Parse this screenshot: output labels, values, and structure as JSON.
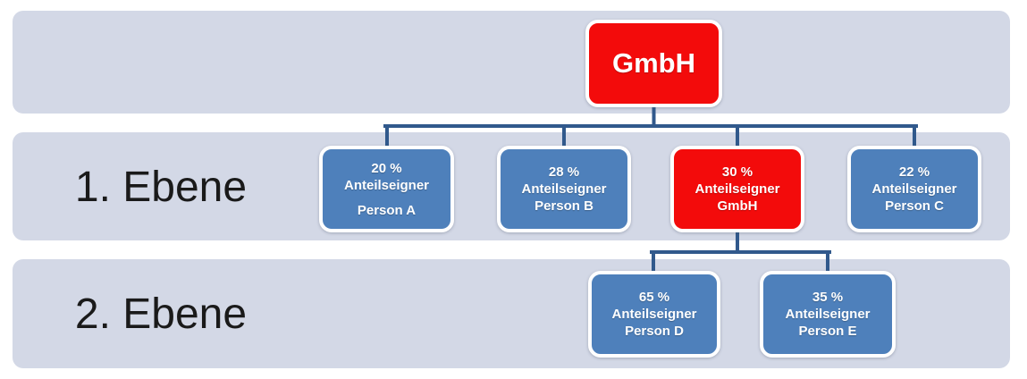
{
  "colors": {
    "band": "#d3d8e6",
    "node_blue": "#4e80bb",
    "node_red": "#f30b0b",
    "node_border": "#ffffff",
    "node_text": "#ffffff",
    "connector": "#31598c",
    "label_text": "#1a1a1a",
    "background": "#ffffff"
  },
  "levels": {
    "level1_label": "1. Ebene",
    "level2_label": "2. Ebene"
  },
  "root": {
    "label": "GmbH"
  },
  "level1": [
    {
      "share": "20 %",
      "role": "Anteilseigner",
      "name": "Person A",
      "variant": "blue"
    },
    {
      "share": "28 %",
      "role": "Anteilseigner",
      "name": "Person B",
      "variant": "blue"
    },
    {
      "share": "30 %",
      "role": "Anteilseigner",
      "name": "GmbH",
      "variant": "red"
    },
    {
      "share": "22 %",
      "role": "Anteilseigner",
      "name": "Person C",
      "variant": "blue"
    }
  ],
  "level2": [
    {
      "share": "65 %",
      "role": "Anteilseigner",
      "name": "Person D",
      "variant": "blue"
    },
    {
      "share": "35 %",
      "role": "Anteilseigner",
      "name": "Person E",
      "variant": "blue"
    }
  ]
}
